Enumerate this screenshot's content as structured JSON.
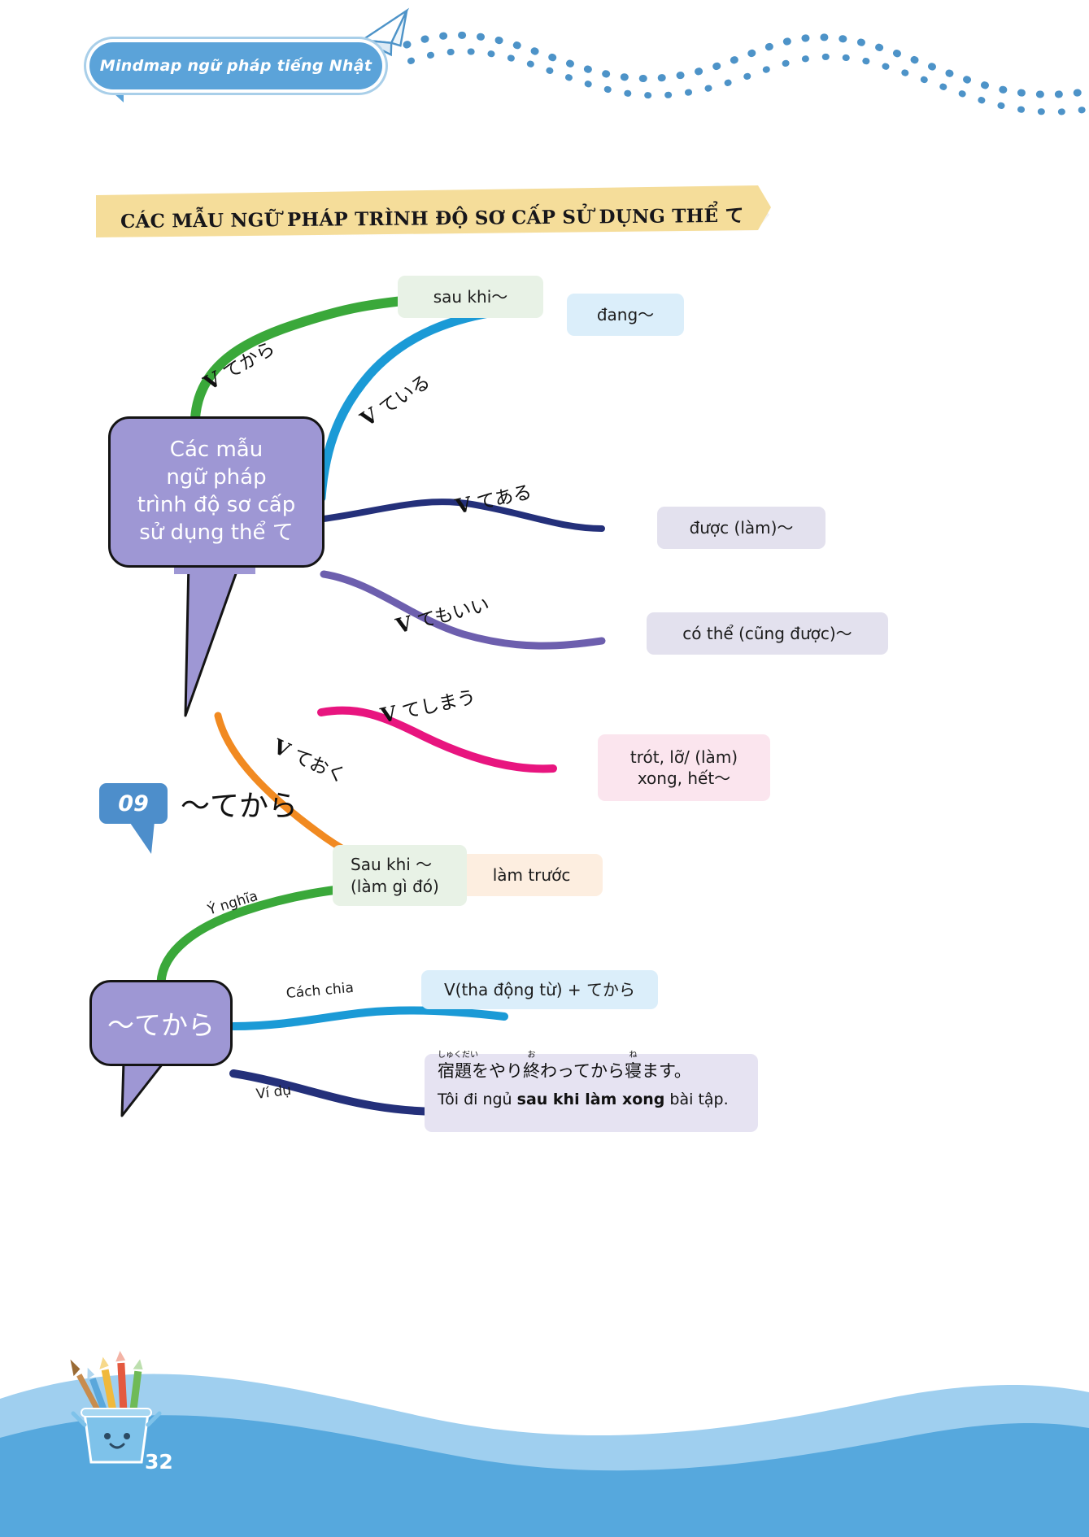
{
  "header": {
    "pill_label": "Mindmap ngữ pháp tiếng Nhật",
    "banner_title": "CÁC MẪU NGỮ PHÁP TRÌNH ĐỘ SƠ CẤP SỬ DỤNG THỂ  て"
  },
  "colors": {
    "header_blue": "#5ba3d9",
    "banner_yellow": "#f5dd9a",
    "node_purple": "#9e97d4",
    "branch_green": "#3aa83a",
    "branch_cyan": "#1b9ad6",
    "branch_navy": "#24307a",
    "branch_violet": "#6d5fae",
    "branch_pink": "#e8157f",
    "branch_orange": "#f18a21",
    "wave_blue": "#56a8dd"
  },
  "mindmap": {
    "center_node": "Các mẫu ngữ pháp trình độ sơ cấp sử dụng thể て",
    "center_node_lines": [
      "Các mẫu",
      "ngữ pháp",
      "trình độ sơ cấp",
      "sử dụng thể て"
    ],
    "branches": [
      {
        "verb": "V",
        "pattern": "てから",
        "meaning": "sau khi〜",
        "color": "#3aa83a"
      },
      {
        "verb": "V",
        "pattern": "ている",
        "meaning": "đang〜",
        "color": "#1b9ad6"
      },
      {
        "verb": "V",
        "pattern": "てある",
        "meaning": "được (làm)〜",
        "color": "#24307a"
      },
      {
        "verb": "V",
        "pattern": "てもいい",
        "meaning": "có thể (cũng được)〜",
        "color": "#6d5fae"
      },
      {
        "verb": "V",
        "pattern": "てしまう",
        "meaning": "trót, lỡ/ (làm) xong, hết〜",
        "color": "#e8157f"
      },
      {
        "verb": "V",
        "pattern": "ておく",
        "meaning": "làm trước",
        "color": "#f18a21"
      }
    ],
    "leaf_lines": {
      "teshimau": [
        "trót, lỡ/ (làm)",
        "xong, hết〜"
      ]
    }
  },
  "section": {
    "number": "09",
    "title": "〜てから",
    "node_label": "〜てから",
    "items": [
      {
        "label": "Ý nghĩa",
        "color": "#3aa83a"
      },
      {
        "label": "Cách chia",
        "color": "#1b9ad6"
      },
      {
        "label": "Ví dụ",
        "color": "#24307a"
      }
    ],
    "meaning_lines": [
      "Sau khi 〜",
      "(làm gì đó)"
    ],
    "conjugation": "V(tha động từ) + てから",
    "example": {
      "jp_parts": [
        {
          "base": "宿題",
          "ruby": "しゅくだい"
        },
        {
          "base": "をやり",
          "ruby": ""
        },
        {
          "base": "終",
          "ruby": "お"
        },
        {
          "base": "わってから",
          "ruby": ""
        },
        {
          "base": "寝",
          "ruby": "ね"
        },
        {
          "base": "ます。",
          "ruby": ""
        }
      ],
      "jp_plain": "宿題をやり終わってから寝ます。",
      "vi_prefix": "Tôi đi ngủ ",
      "vi_bold": "sau khi làm xong",
      "vi_suffix": " bài tập."
    }
  },
  "footer": {
    "page_number": "32"
  }
}
